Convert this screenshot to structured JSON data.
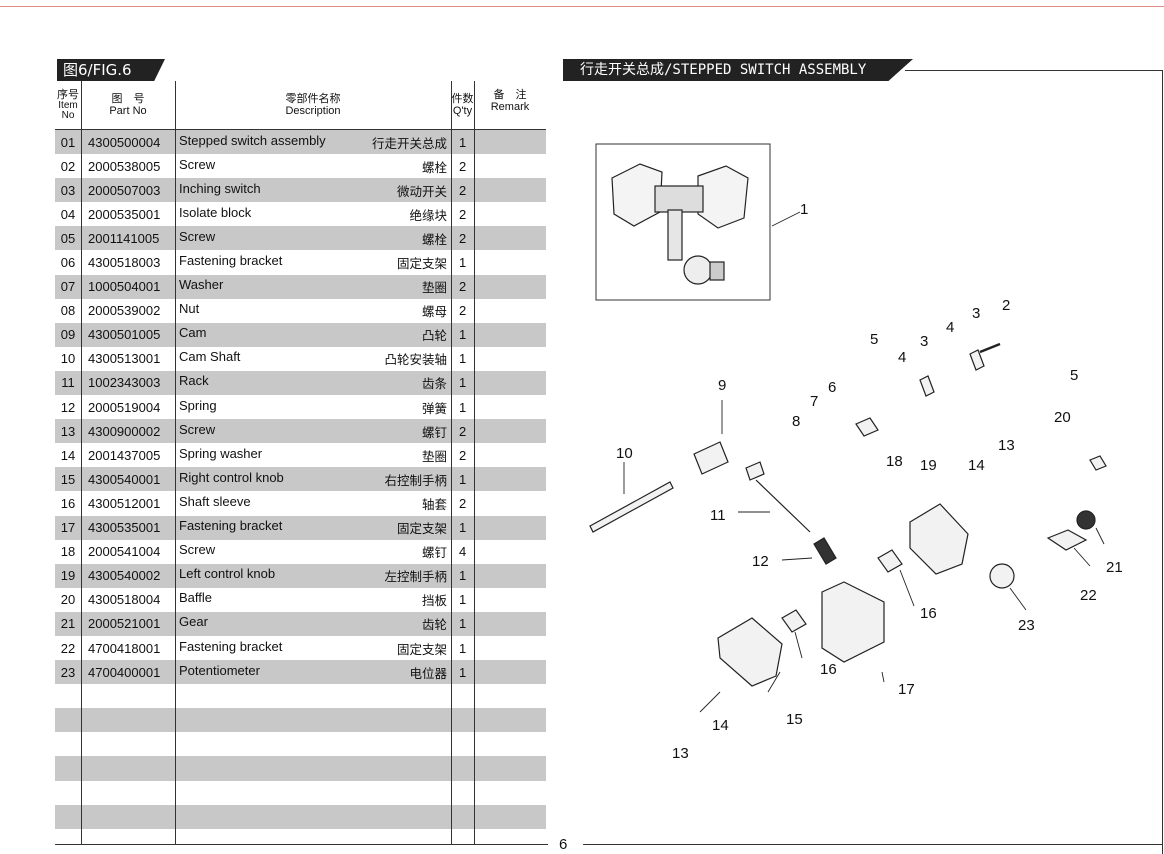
{
  "figure_label": "图6/FIG.6",
  "assembly_title": "行走开关总成/STEPPED SWITCH ASSEMBLY",
  "headers": {
    "no": [
      "序号",
      "Item",
      "No"
    ],
    "part": [
      "图　号",
      "Part No"
    ],
    "desc": [
      "零部件名称",
      "Description"
    ],
    "qty": [
      "件数",
      "Q'ty"
    ],
    "remark": [
      "备　注",
      "Remark"
    ]
  },
  "rows": [
    {
      "no": "01",
      "part": "4300500004",
      "desc_en": "Stepped switch assembly",
      "desc_cn": "行走开关总成",
      "qty": "1"
    },
    {
      "no": "02",
      "part": "2000538005",
      "desc_en": "Screw",
      "desc_cn": "螺栓",
      "qty": "2"
    },
    {
      "no": "03",
      "part": "2000507003",
      "desc_en": "Inching switch",
      "desc_cn": "微动开关",
      "qty": "2"
    },
    {
      "no": "04",
      "part": "2000535001",
      "desc_en": "Isolate block",
      "desc_cn": "绝缘块",
      "qty": "2"
    },
    {
      "no": "05",
      "part": "2001141005",
      "desc_en": "Screw",
      "desc_cn": "螺栓",
      "qty": "2"
    },
    {
      "no": "06",
      "part": "4300518003",
      "desc_en": "Fastening bracket",
      "desc_cn": "固定支架",
      "qty": "1"
    },
    {
      "no": "07",
      "part": "1000504001",
      "desc_en": "Washer",
      "desc_cn": "垫圈",
      "qty": "2"
    },
    {
      "no": "08",
      "part": "2000539002",
      "desc_en": "Nut",
      "desc_cn": "螺母",
      "qty": "2"
    },
    {
      "no": "09",
      "part": "4300501005",
      "desc_en": "Cam",
      "desc_cn": "凸轮",
      "qty": "1"
    },
    {
      "no": "10",
      "part": "4300513001",
      "desc_en": "Cam Shaft",
      "desc_cn": "凸轮安装轴",
      "qty": "1"
    },
    {
      "no": "11",
      "part": "1002343003",
      "desc_en": "Rack",
      "desc_cn": "齿条",
      "qty": "1"
    },
    {
      "no": "12",
      "part": "2000519004",
      "desc_en": "Spring",
      "desc_cn": "弹簧",
      "qty": "1"
    },
    {
      "no": "13",
      "part": "4300900002",
      "desc_en": "Screw",
      "desc_cn": "螺钉",
      "qty": "2"
    },
    {
      "no": "14",
      "part": "2001437005",
      "desc_en": "Spring washer",
      "desc_cn": "垫圈",
      "qty": "2"
    },
    {
      "no": "15",
      "part": "4300540001",
      "desc_en": "Right control knob",
      "desc_cn": "右控制手柄",
      "qty": "1"
    },
    {
      "no": "16",
      "part": "4300512001",
      "desc_en": "Shaft sleeve",
      "desc_cn": "轴套",
      "qty": "2"
    },
    {
      "no": "17",
      "part": "4300535001",
      "desc_en": "Fastening bracket",
      "desc_cn": "固定支架",
      "qty": "1"
    },
    {
      "no": "18",
      "part": "2000541004",
      "desc_en": "Screw",
      "desc_cn": "螺钉",
      "qty": "4"
    },
    {
      "no": "19",
      "part": "4300540002",
      "desc_en": "Left control knob",
      "desc_cn": "左控制手柄",
      "qty": "1"
    },
    {
      "no": "20",
      "part": "4300518004",
      "desc_en": "Baffle",
      "desc_cn": "挡板",
      "qty": "1"
    },
    {
      "no": "21",
      "part": "2000521001",
      "desc_en": "Gear",
      "desc_cn": "齿轮",
      "qty": "1"
    },
    {
      "no": "22",
      "part": "4700418001",
      "desc_en": "Fastening bracket",
      "desc_cn": "固定支架",
      "qty": "1"
    },
    {
      "no": "23",
      "part": "4700400001",
      "desc_en": "Potentiometer",
      "desc_cn": "电位器",
      "qty": "1"
    }
  ],
  "empty_row_count": 6,
  "callouts": [
    "1",
    "2",
    "3",
    "3",
    "4",
    "4",
    "5",
    "5",
    "6",
    "7",
    "8",
    "9",
    "10",
    "11",
    "12",
    "13",
    "13",
    "14",
    "14",
    "15",
    "16",
    "16",
    "17",
    "18",
    "19",
    "20",
    "21",
    "22",
    "23"
  ],
  "page_number": "6",
  "colors": {
    "shade": "#c8c8c8",
    "band": "#222222",
    "accent_line": "#e08a8a"
  }
}
